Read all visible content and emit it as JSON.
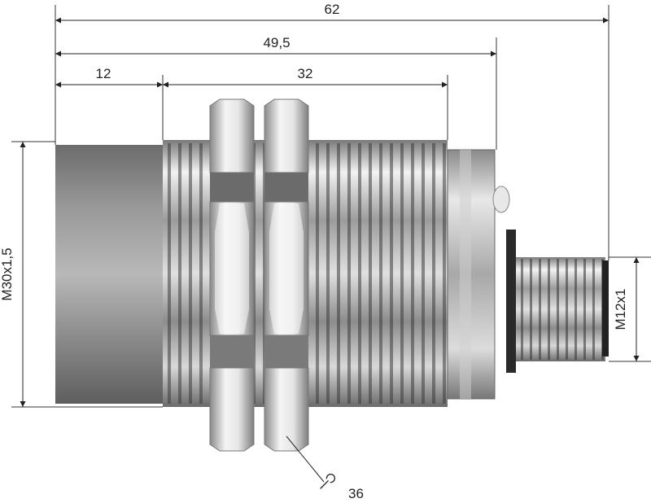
{
  "dimensions": {
    "overall_length": "62",
    "to_flange": "49,5",
    "sensing_face": "12",
    "thread_length": "32",
    "body_thread": "M30x1,5",
    "connector_thread": "M12x1",
    "wrench_size": "36"
  },
  "icons": {
    "wrench": "wrench-icon"
  }
}
